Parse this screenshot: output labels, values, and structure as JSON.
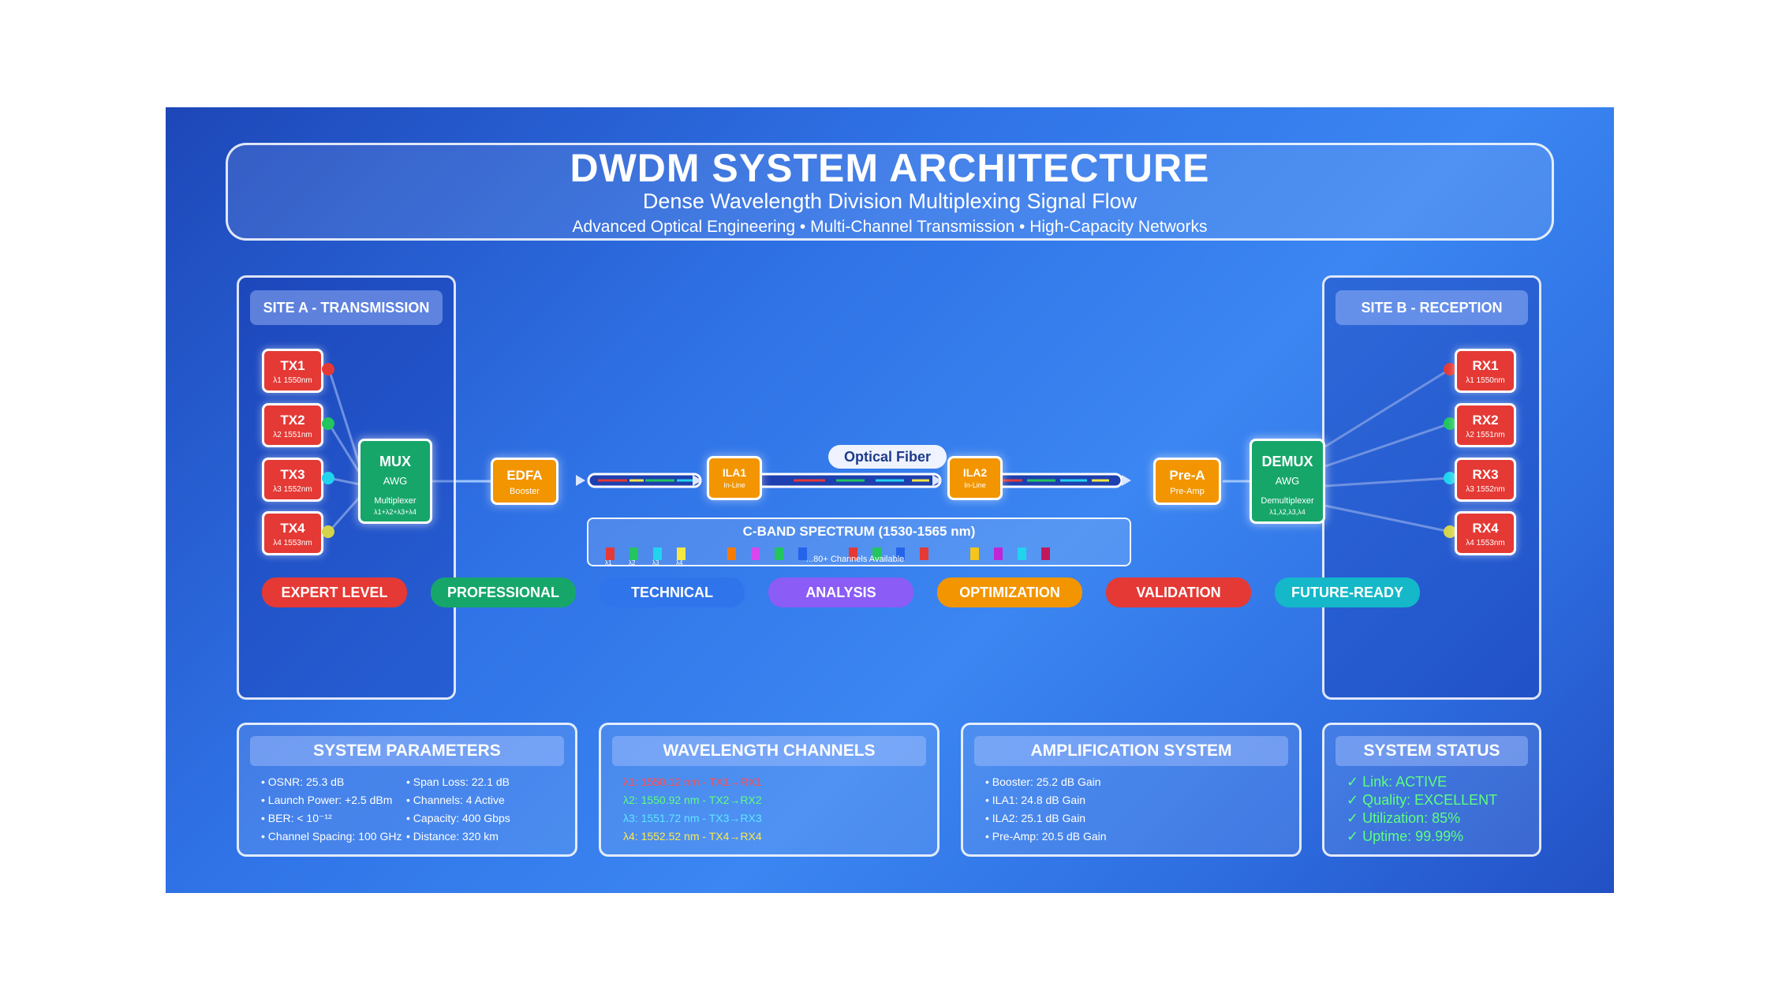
{
  "header": {
    "title": "DWDM SYSTEM ARCHITECTURE",
    "subtitle": "Dense Wavelength Division Multiplexing Signal Flow",
    "tagline": "Advanced Optical Engineering • Multi-Channel Transmission • High-Capacity Networks"
  },
  "site_a": {
    "title": "SITE A - TRANSMISSION",
    "transmitters": [
      {
        "name": "TX1",
        "wavelength": "λ1 1550nm",
        "color": "#e53935"
      },
      {
        "name": "TX2",
        "wavelength": "λ2 1551nm",
        "color": "#22c55e"
      },
      {
        "name": "TX3",
        "wavelength": "λ3 1552nm",
        "color": "#22d3ee"
      },
      {
        "name": "TX4",
        "wavelength": "λ4 1553nm",
        "color": "#d4d44a"
      }
    ],
    "mux": {
      "name": "MUX",
      "type": "AWG",
      "role": "Multiplexer",
      "channels": "λ1+λ2+λ3+λ4"
    }
  },
  "site_b": {
    "title": "SITE B - RECEPTION",
    "receivers": [
      {
        "name": "RX1",
        "wavelength": "λ1 1550nm",
        "color": "#e53935"
      },
      {
        "name": "RX2",
        "wavelength": "λ2 1551nm",
        "color": "#22c55e"
      },
      {
        "name": "RX3",
        "wavelength": "λ3 1552nm",
        "color": "#22d3ee"
      },
      {
        "name": "RX4",
        "wavelength": "λ4 1553nm",
        "color": "#d4d44a"
      }
    ],
    "demux": {
      "name": "DEMUX",
      "type": "AWG",
      "role": "Demultiplexer",
      "channels": "λ1,λ2,λ3,λ4"
    }
  },
  "amplifiers": {
    "edfa": {
      "name": "EDFA",
      "role": "Booster"
    },
    "ila1": {
      "name": "ILA1",
      "role": "In-Line"
    },
    "ila2": {
      "name": "ILA2",
      "role": "In-Line"
    },
    "preamp": {
      "name": "Pre-A",
      "role": "Pre-Amp"
    }
  },
  "fiber_label": "Optical Fiber",
  "spectrum": {
    "title": "C-BAND SPECTRUM (1530-1565 nm)",
    "labels": [
      "λ1",
      "λ2",
      "λ3",
      "λ4"
    ],
    "note": "...80+ Channels Available",
    "bar_colors": [
      "#e53935",
      "#22c55e",
      "#22d3ee",
      "#f5e642",
      "#f57c00",
      "#d946ef",
      "#22c55e",
      "#2563eb",
      "#e53935",
      "#22c55e",
      "#2563eb",
      "#e53935",
      "#f5c518",
      "#c026d3",
      "#22d3ee",
      "#c2185b"
    ]
  },
  "pills": [
    {
      "label": "EXPERT LEVEL",
      "color": "#e53935"
    },
    {
      "label": "PROFESSIONAL",
      "color": "#16a66a"
    },
    {
      "label": "TECHNICAL",
      "color": "#2f74ea"
    },
    {
      "label": "ANALYSIS",
      "color": "#8b5cf6"
    },
    {
      "label": "OPTIMIZATION",
      "color": "#f29500"
    },
    {
      "label": "VALIDATION",
      "color": "#e53935"
    },
    {
      "label": "FUTURE-READY",
      "color": "#14b8c8"
    }
  ],
  "panels": {
    "system_parameters": {
      "title": "SYSTEM PARAMETERS",
      "col1": [
        "• OSNR: 25.3 dB",
        "• Launch Power: +2.5 dBm",
        "• BER: < 10⁻¹²",
        "• Channel Spacing: 100 GHz"
      ],
      "col2": [
        "• Span Loss: 22.1 dB",
        "• Channels: 4 Active",
        "• Capacity: 400 Gbps",
        "• Distance: 320 km"
      ]
    },
    "wavelength_channels": {
      "title": "WAVELENGTH CHANNELS",
      "items": [
        {
          "text": "λ1: 1550.12 nm - TX1→RX1",
          "color": "#ff4d4d"
        },
        {
          "text": "λ2: 1550.92 nm - TX2→RX2",
          "color": "#5dff7f"
        },
        {
          "text": "λ3: 1551.72 nm - TX3→RX3",
          "color": "#5ee7ff"
        },
        {
          "text": "λ4: 1552.52 nm - TX4→RX4",
          "color": "#ffe94a"
        }
      ]
    },
    "amplification_system": {
      "title": "AMPLIFICATION SYSTEM",
      "items": [
        "• Booster: 25.2 dB Gain",
        "• ILA1: 24.8 dB Gain",
        "• ILA2: 25.1 dB Gain",
        "• Pre-Amp: 20.5 dB Gain"
      ]
    },
    "system_status": {
      "title": "SYSTEM STATUS",
      "items": [
        "✓ Link: ACTIVE",
        "✓ Quality: EXCELLENT",
        "✓ Utilization: 85%",
        "✓ Uptime: 99.99%"
      ]
    }
  }
}
